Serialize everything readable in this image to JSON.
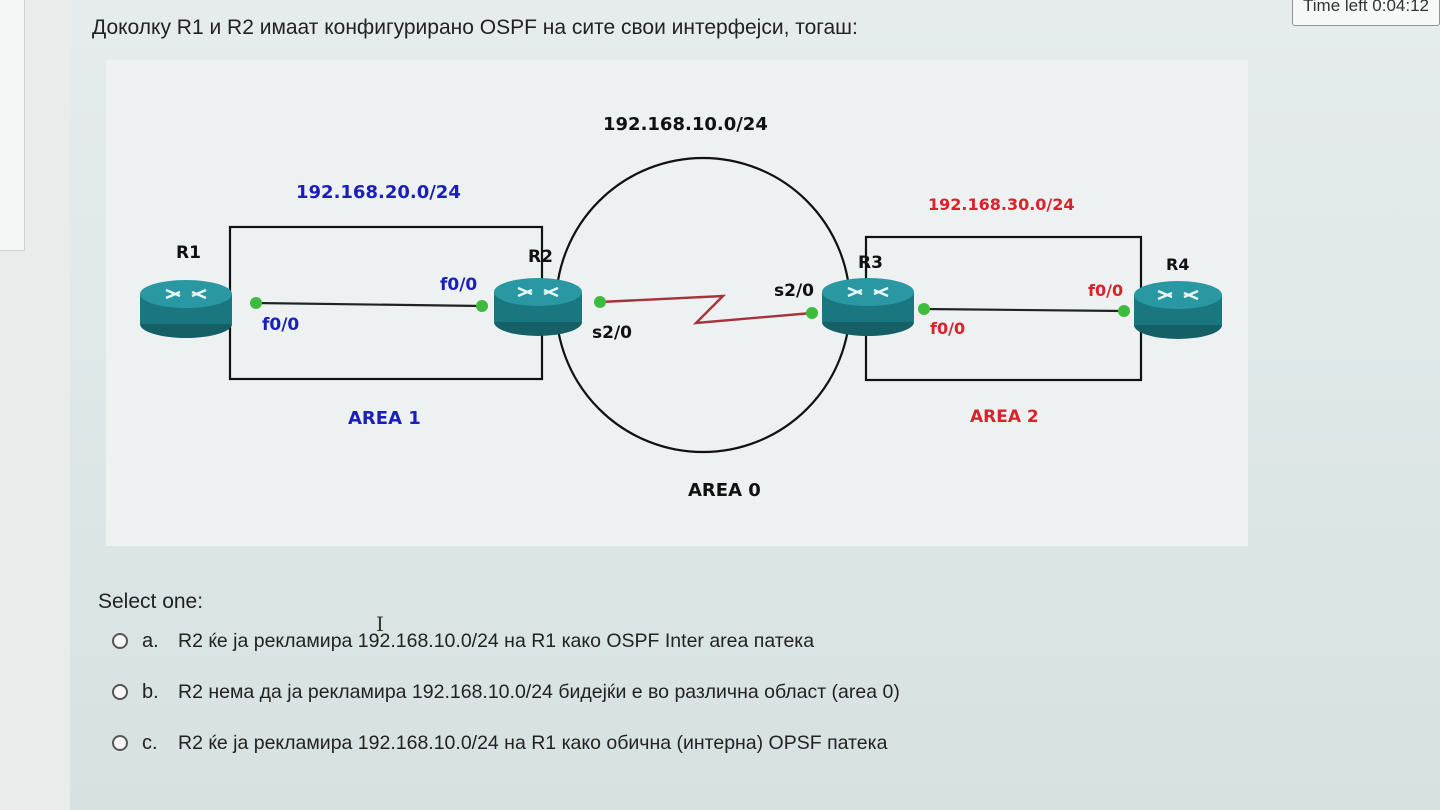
{
  "timer": {
    "label": "Time left 0:04:12"
  },
  "question": {
    "text": "Доколку R1 и R2 имаат конфигурирано OSPF на сите свои интерфејси, тогаш:"
  },
  "diagram": {
    "networks": {
      "n10": "192.168.10.0/24",
      "n20": "192.168.20.0/24",
      "n30": "192.168.30.0/24"
    },
    "routers": {
      "r1": "R1",
      "r2": "R2",
      "r3": "R3",
      "r4": "R4"
    },
    "interfaces": {
      "r1_f00": "f0/0",
      "r2_f00": "f0/0",
      "r2_s20": "s2/0",
      "r3_s20": "s2/0",
      "r3_f00": "f0/0",
      "r4_f00": "f0/0"
    },
    "areas": {
      "area1": "AREA 1",
      "area0": "AREA 0",
      "area2": "AREA 2"
    },
    "colors": {
      "area1": "#1a1fb8",
      "area2": "#d8232a",
      "area0": "#111111",
      "serial_link": "#a8323a",
      "router": "#1f8a93",
      "link_dot": "#3dbb3d"
    }
  },
  "answer": {
    "select_label": "Select one:",
    "options": [
      {
        "letter": "a.",
        "text": "R2 ќе ја рекламира 192.168.10.0/24 на R1 како OSPF Inter area патека"
      },
      {
        "letter": "b.",
        "text": "R2 нема да ја рекламира 192.168.10.0/24 бидејќи е во различна област (area 0)"
      },
      {
        "letter": "c.",
        "text": "R2 ќе ја рекламира 192.168.10.0/24 на R1 како обична (интерна) OPSF патека"
      }
    ]
  }
}
